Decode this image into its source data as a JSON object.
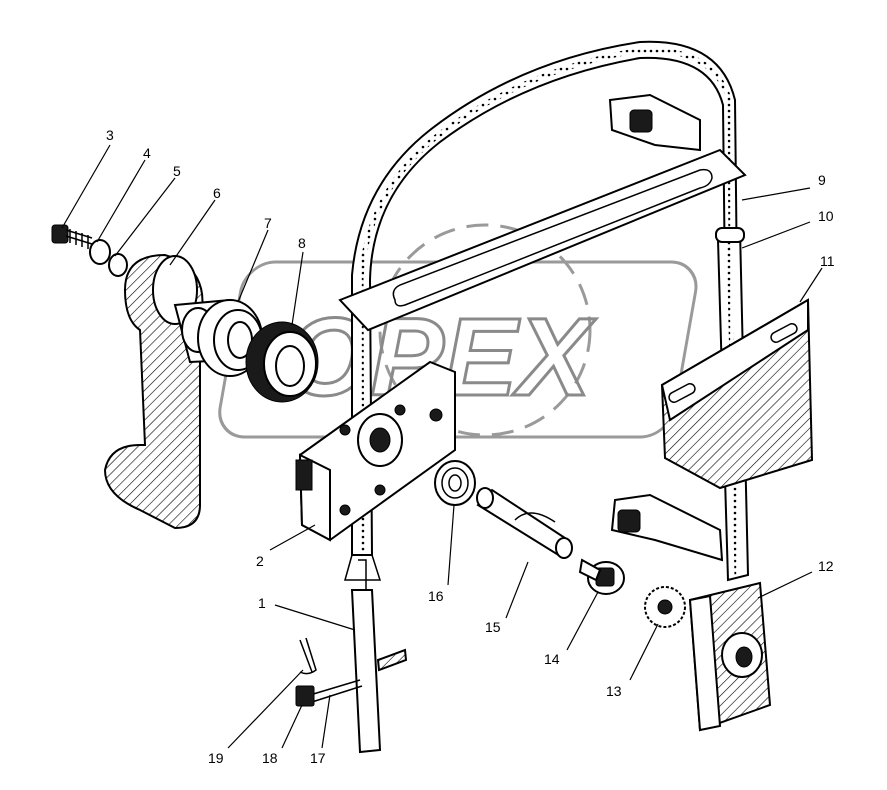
{
  "watermark": {
    "text": "OPEX"
  },
  "callouts": [
    {
      "id": "c1",
      "label": "1"
    },
    {
      "id": "c2",
      "label": "2"
    },
    {
      "id": "c3",
      "label": "3"
    },
    {
      "id": "c4",
      "label": "4"
    },
    {
      "id": "c5",
      "label": "5"
    },
    {
      "id": "c6",
      "label": "6"
    },
    {
      "id": "c7",
      "label": "7"
    },
    {
      "id": "c8",
      "label": "8"
    },
    {
      "id": "c9",
      "label": "9"
    },
    {
      "id": "c10",
      "label": "10"
    },
    {
      "id": "c11",
      "label": "11"
    },
    {
      "id": "c12",
      "label": "12"
    },
    {
      "id": "c13",
      "label": "13"
    },
    {
      "id": "c14",
      "label": "14"
    },
    {
      "id": "c15",
      "label": "15"
    },
    {
      "id": "c16",
      "label": "16"
    },
    {
      "id": "c17",
      "label": "17"
    },
    {
      "id": "c18",
      "label": "18"
    },
    {
      "id": "c19",
      "label": "19"
    }
  ]
}
